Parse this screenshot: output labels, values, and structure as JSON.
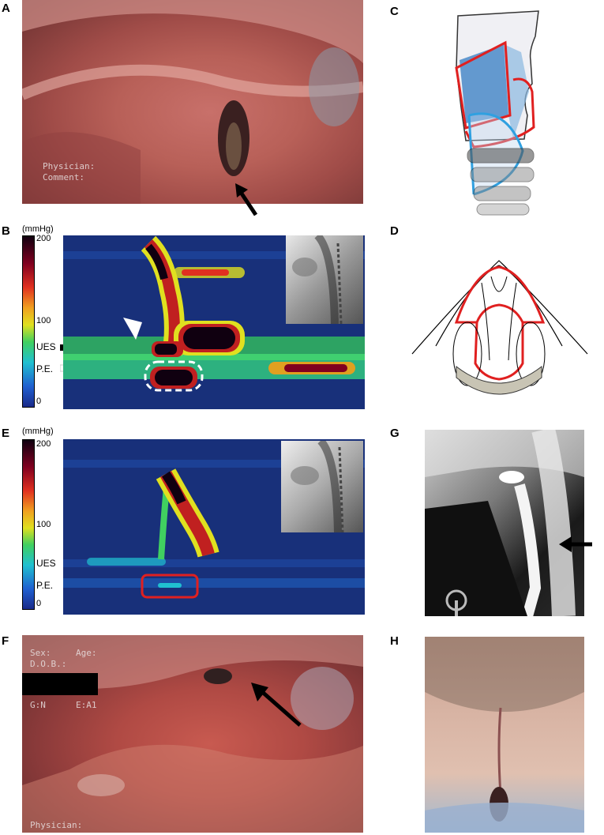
{
  "panels": {
    "a": {
      "letter": "A",
      "overlay": [
        "Physician:",
        "Comment:"
      ]
    },
    "b": {
      "letter": "B",
      "unit": "(mmHg)",
      "scale": [
        "200",
        "100",
        "0"
      ],
      "markers": [
        "UES",
        "P.E."
      ]
    },
    "c": {
      "letter": "C"
    },
    "d": {
      "letter": "D"
    },
    "e": {
      "letter": "E",
      "unit": "(mmHg)",
      "scale": [
        "200",
        "100",
        "0"
      ],
      "markers": [
        "UES",
        "P.E."
      ]
    },
    "f": {
      "letter": "F",
      "overlay": [
        "Sex:",
        "Age:",
        "D.O.B.:",
        "G:N",
        "E:A1",
        "Physician:"
      ]
    },
    "g": {
      "letter": "G"
    },
    "h": {
      "letter": "H"
    }
  },
  "colors": {
    "scale_stops": [
      "#1a2a8a",
      "#2060d0",
      "#20c0d0",
      "#40d060",
      "#e0e020",
      "#f0a020",
      "#e03020",
      "#800020",
      "#100010"
    ],
    "outline_red": "#e02020",
    "outline_blue": "#30a0e0"
  }
}
